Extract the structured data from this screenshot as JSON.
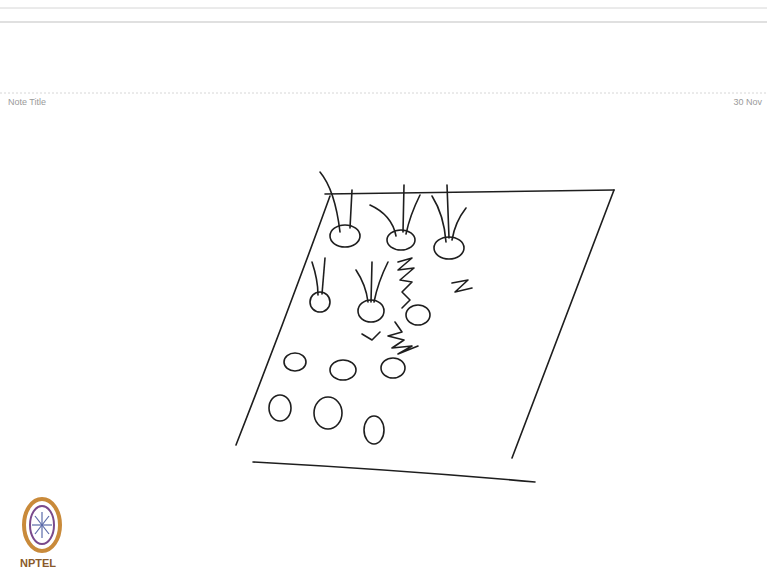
{
  "diagram": {
    "labels": [
      "Note Title",
      "30 Nov",
      "NPTEL"
    ]
  }
}
